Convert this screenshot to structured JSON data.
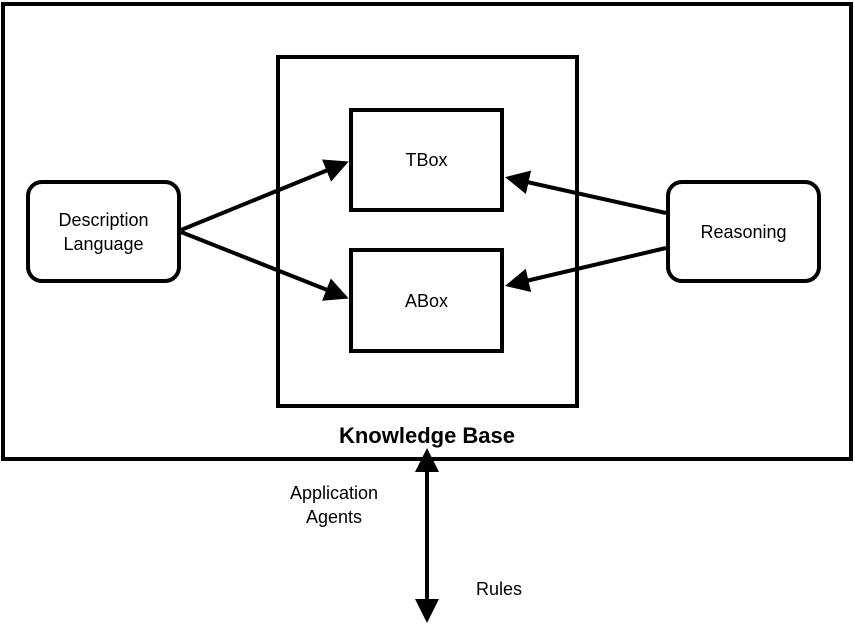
{
  "diagram": {
    "knowledge_base_label": "Knowledge Base",
    "tbox_label": "TBox",
    "abox_label": "ABox",
    "description_language_label": "Description\nLanguage",
    "reasoning_label": "Reasoning",
    "application_agents_label": "Application\nAgents",
    "rules_label": "Rules"
  },
  "colors": {
    "stroke": "#000000",
    "background": "#ffffff"
  }
}
